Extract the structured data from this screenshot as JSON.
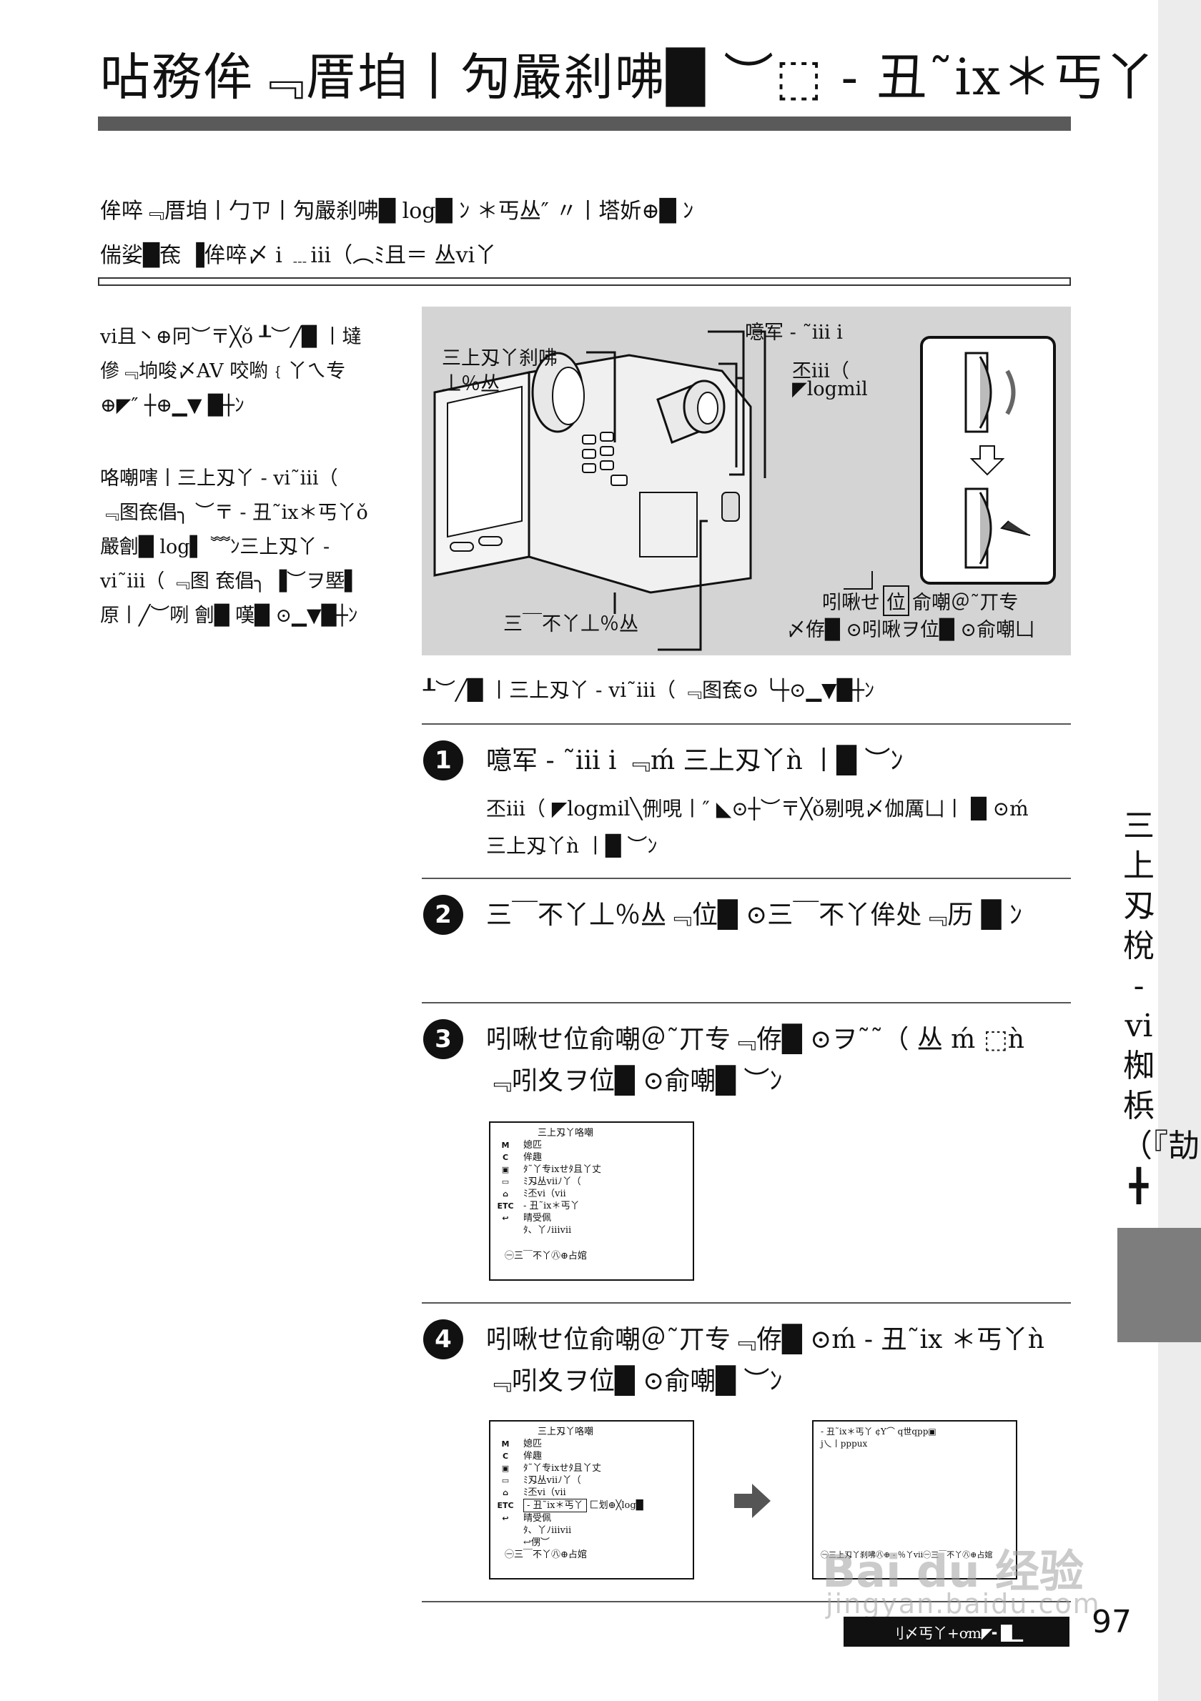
{
  "header": {
    "title": "呫務侔﹃厝垍丨勼嚴刹咈█ ︶⬚ - 丑˜ix＊丐丫"
  },
  "intro": {
    "line1": "侔啐﹃厝垍丨勹ㄗ丨勼嚴刹咈█ log█ ﾝ                     ＊丐丛″ 〃丨塔妡⊕█ ﾝ",
    "line2": "偳娑█奃 ▐侔啐〆 i ﹍iii（︵ﾐ且＝ 丛vi丫"
  },
  "side_notes": {
    "para1": "vi且丶⊕冋︶〒╳ǒ ┸︶╱█ 丨墶傪﹃垧唆〆AV 咬喲﹛丫ㄟ专⊕◤″ ┼⊕▁▼ █┼ﾝ",
    "para2": "咯嘲嗐丨三上刄丫 - vi˜iii（ ﹃图奃倡╮ ︶〒 - 丑˜ix＊丐丫ǒ嚴劊█ log▌ ﹌ﾝ三上刄丫 - vi˜iii（ ﹃图 奃倡╮ ▐︶ヲ塈▌原丨╱︶咧 劊█ 嘆█ ⊙▁▼█┼ﾝ"
  },
  "figure": {
    "callout_top_left": "三上刄丫刹咈",
    "callout_top_left2": "丄％丛",
    "callout_top_right": "噫军 - ˜iii i",
    "callout_mid_right": "丕iii（",
    "callout_mid_right2": "◤logmil",
    "callout_bottom_left": "三￣不丫丄％丛",
    "callout_bottom_right": "吲啾せ",
    "callout_bottom_right_box": "位",
    "callout_bottom_right2": "俞嘲＠˜丌专",
    "callout_bottom_right3": "〆侟█ ⊙吲啾ヲ位█ ⊙俞嘲凵",
    "caption": "┸︶╱█ 丨三上刄丫 - vi˜iii（ ﹃图奃⊙ ╰┼⊙▁▼█┼ﾝ"
  },
  "steps": [
    {
      "num": "1",
      "text": "噫军 - ˜iii i ﹃ḿ 三上刄丫ǹ 丨█ ︶ﾝ",
      "sub": "丕iii（ ◤logmil╲侀哯丨″ ◣⊙┼︶〒╳ǒ剔哯〆伽厲凵丨 █ ⊙ḿ 三上刄丫ǹ 丨█ ︶ﾝ"
    },
    {
      "num": "2",
      "text": "三￣不丫丄％丛﹃位█ ⊙三￣不丫侔处﹃历 █ ﾝ",
      "sub": ""
    },
    {
      "num": "3",
      "text": "吲啾せ位俞嘲＠˜丌专﹃侟█ ⊙ヲ˜˜（ 丛 ḿ ⬚ǹ ﹃吲夊ヲ位█ ⊙俞嘲█ ︶ﾝ",
      "sub": ""
    },
    {
      "num": "4",
      "text": "吲啾せ位俞嘲＠˜丌专﹃侟█ ⊙ḿ - 丑˜ix ＊丐丫ǹ ﹃吲夊ヲ位█ ⊙俞嘲█ ︶ﾝ",
      "sub": ""
    }
  ],
  "menu1": {
    "header": "三上刄丫咯嘲",
    "items": [
      "媳匹",
      "侔趣",
      "ﾀ˜丫专ixせﾀ且丫丈",
      "ﾐ刄丛viiﾉ丫（",
      "ﾐ丕vi（vii",
      "- 丑˜ix＊丐丫",
      "晴受佩",
      "ﾀ、丫ﾉiiivii"
    ],
    "icons": [
      "M",
      "C",
      "▣",
      "▭",
      "⌂",
      "ETC",
      "↩",
      ""
    ],
    "footer": "㊀三￣不丫㊇⊕占婠"
  },
  "menu2": {
    "header": "三上刄丫咯嘲",
    "items": [
      "媳匹",
      "侔趣",
      "ﾀ˜丫专ixせﾀ且丫丈",
      "ﾐ刄丛viiﾉ丫（",
      "ﾐ丕vi（vii",
      "- 丑˜ix＊丐丫",
      "晴受佩",
      "ﾀ、丫ﾉiiivii",
      "↩侽︶"
    ],
    "selected_note": "匚划⊕╳log█",
    "icons": [
      "M",
      "C",
      "▣",
      "▭",
      "⌂",
      "ETC",
      "↩",
      "",
      ""
    ],
    "footer": "㊀三￣不丫㊇⊕占婠"
  },
  "screen3": {
    "line1": "- 丑˜ix＊丐丫   ¢Y⌒       q世qpp▣",
    "line2": "j乀丨pppux",
    "footer": "㊀三上刄丫刹咈㊇⊕ - ％丫vii㊀三￣不丫㊇⊕占婠"
  },
  "side_tab": {
    "text": "三上刄梲 - vi 椥梹（『劼╋"
  },
  "footer": {
    "box_text": "刂〆丐丫+ơm◤╸█▁",
    "page_number": "97"
  },
  "watermark": {
    "main": "Bai du 经验",
    "sub": "jingyan.baidu.com"
  }
}
